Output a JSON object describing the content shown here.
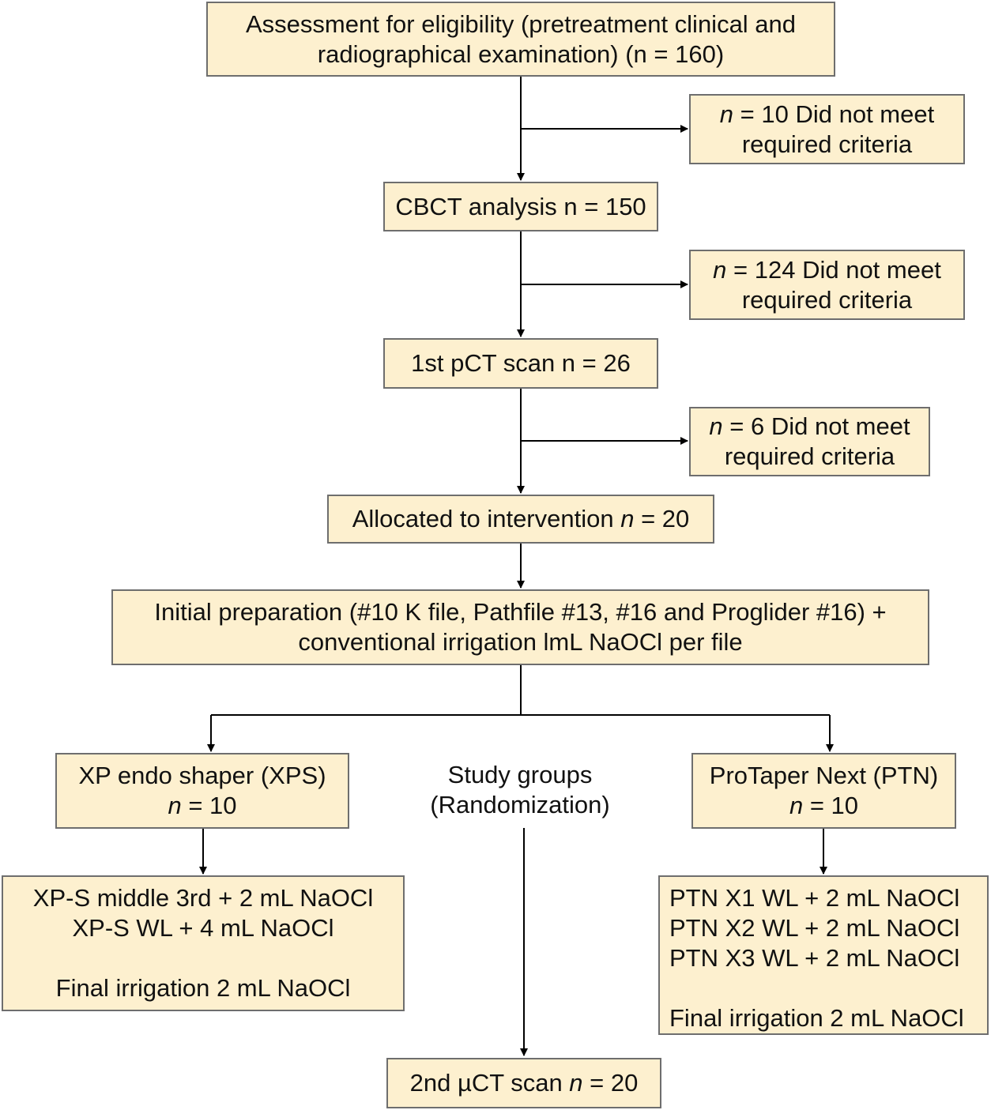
{
  "flowchart": {
    "eligibility": {
      "line1": "Assessment for eligibility (pretreatment clinical and",
      "line2": "radiographical examination) (n = 160)"
    },
    "excluded_1": {
      "n_symbol": "n",
      "line1_rest": " = 10 Did not meet",
      "line2": "required criteria"
    },
    "cbct": {
      "label": "CBCT analysis n = 150"
    },
    "excluded_2": {
      "n_symbol": "n",
      "line1_rest": " = 124 Did not meet",
      "line2": "required criteria"
    },
    "pct_scan": {
      "label": "1st pCT scan n = 26"
    },
    "excluded_3": {
      "n_symbol": "n",
      "line1_rest": " = 6 Did not meet",
      "line2": "required criteria"
    },
    "allocated": {
      "prefix": "Allocated to intervention ",
      "n_symbol": "n",
      "suffix": " = 20"
    },
    "initial_prep": {
      "line1": "Initial preparation (#10 K file, Pathfile #13, #16 and Proglider #16) +",
      "line2": "conventional irrigation lmL NaOCl per file"
    },
    "xps_group": {
      "line1": "XP endo shaper (XPS)",
      "n_symbol": "n",
      "n_rest": " = 10"
    },
    "study_groups": {
      "line1": "Study groups",
      "line2": "(Randomization)"
    },
    "ptn_group": {
      "line1": "ProTaper Next (PTN)",
      "n_symbol": "n",
      "n_rest": " = 10"
    },
    "xps_protocol": {
      "line1": "XP-S middle 3rd + 2 mL NaOCl",
      "line2": "XP-S WL + 4 mL NaOCl",
      "line3": "Final irrigation 2 mL NaOCl"
    },
    "ptn_protocol": {
      "line1": "PTN X1 WL + 2 mL NaOCl",
      "line2": "PTN X2 WL + 2 mL NaOCl",
      "line3": "PTN X3 WL + 2 mL NaOCl",
      "line4": "Final irrigation 2 mL NaOCl"
    },
    "second_scan": {
      "prefix": "2nd µCT scan ",
      "n_symbol": "n",
      "suffix": " = 20"
    }
  },
  "colors": {
    "box_fill": "#fdf0cf",
    "box_border": "#6e6e6e",
    "arrow": "#000000"
  }
}
